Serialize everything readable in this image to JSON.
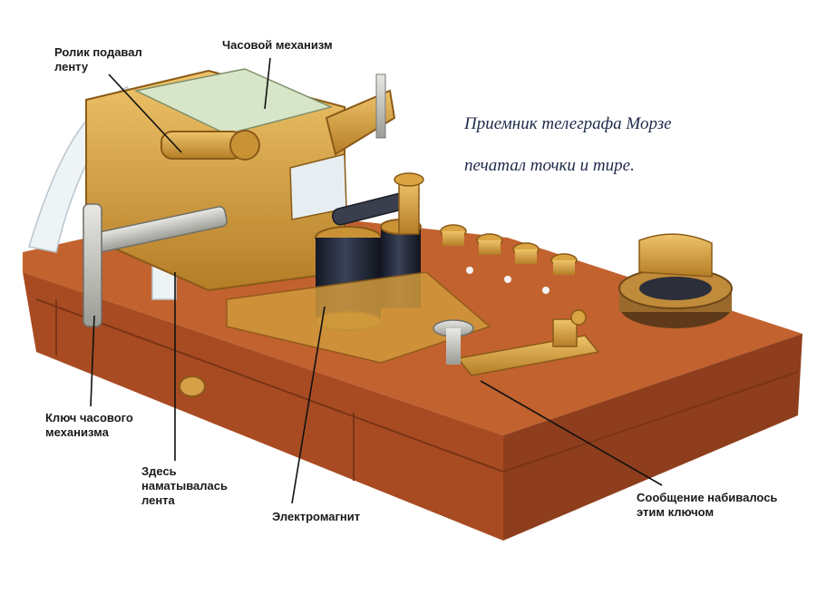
{
  "caption": {
    "line1": "Приемник телеграфа Морзе",
    "line2": "печатал точки и тире."
  },
  "labels": {
    "roller": "Ролик подавал\nленту",
    "clockwork": "Часовой механизм",
    "clock_key": "Ключ часового\nмеханизма",
    "tape_winding": "Здесь\nнаматывалась\nлента",
    "electromagnet": "Электромагнит",
    "sender_key": "Сообщение набивалось\nэтим ключом"
  },
  "colors": {
    "wood": "#b8582a",
    "wood_dark": "#8e3e1c",
    "brass": "#d9a441",
    "brass_dark": "#a8741f",
    "coil": "#1f2433",
    "tape": "#eef3f6",
    "leader": "#111111"
  }
}
